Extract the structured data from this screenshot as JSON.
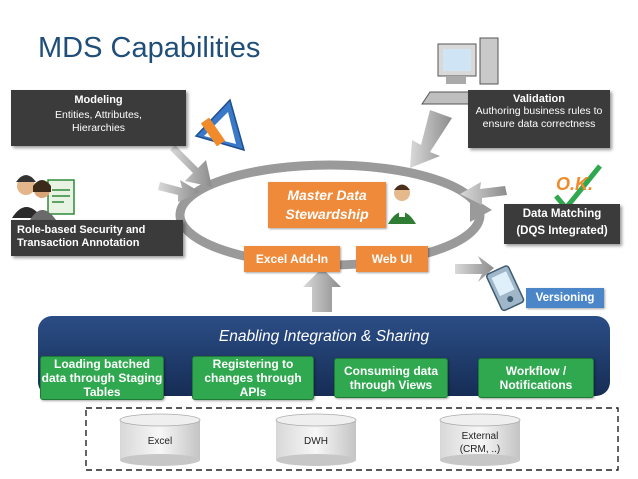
{
  "title": "MDS Capabilities",
  "modeling": {
    "heading": "Modeling",
    "body": "Entities, Attributes, Hierarchies"
  },
  "validation": {
    "heading": "Validation",
    "body": "Authoring business rules to ensure data correctness"
  },
  "security": {
    "label": "Role-based Security and Transaction Annotation"
  },
  "data_matching": {
    "line1": "Data Matching",
    "line2": "(DQS Integrated)"
  },
  "center": {
    "label": "Master Data Stewardship"
  },
  "excel_addin": {
    "label": "Excel Add-In"
  },
  "web_ui": {
    "label": "Web UI"
  },
  "versioning": {
    "label": "Versioning"
  },
  "ok_logo_text": "O.K.",
  "integration": {
    "banner": "Enabling Integration  & Sharing",
    "boxes": [
      "Loading batched data through Staging Tables",
      "Registering to changes through APIs",
      "Consuming data through Views",
      "Workflow / Notifications"
    ]
  },
  "databases": [
    "Excel",
    "DWH",
    "External (CRM, ..)"
  ],
  "colors": {
    "title": "#1f4e79",
    "dark_box": "#3b3b3b",
    "orange": "#ef8a3a",
    "green": "#2fa84f",
    "navy_band": "#1f3a68",
    "versioning": "#4a86c8"
  }
}
